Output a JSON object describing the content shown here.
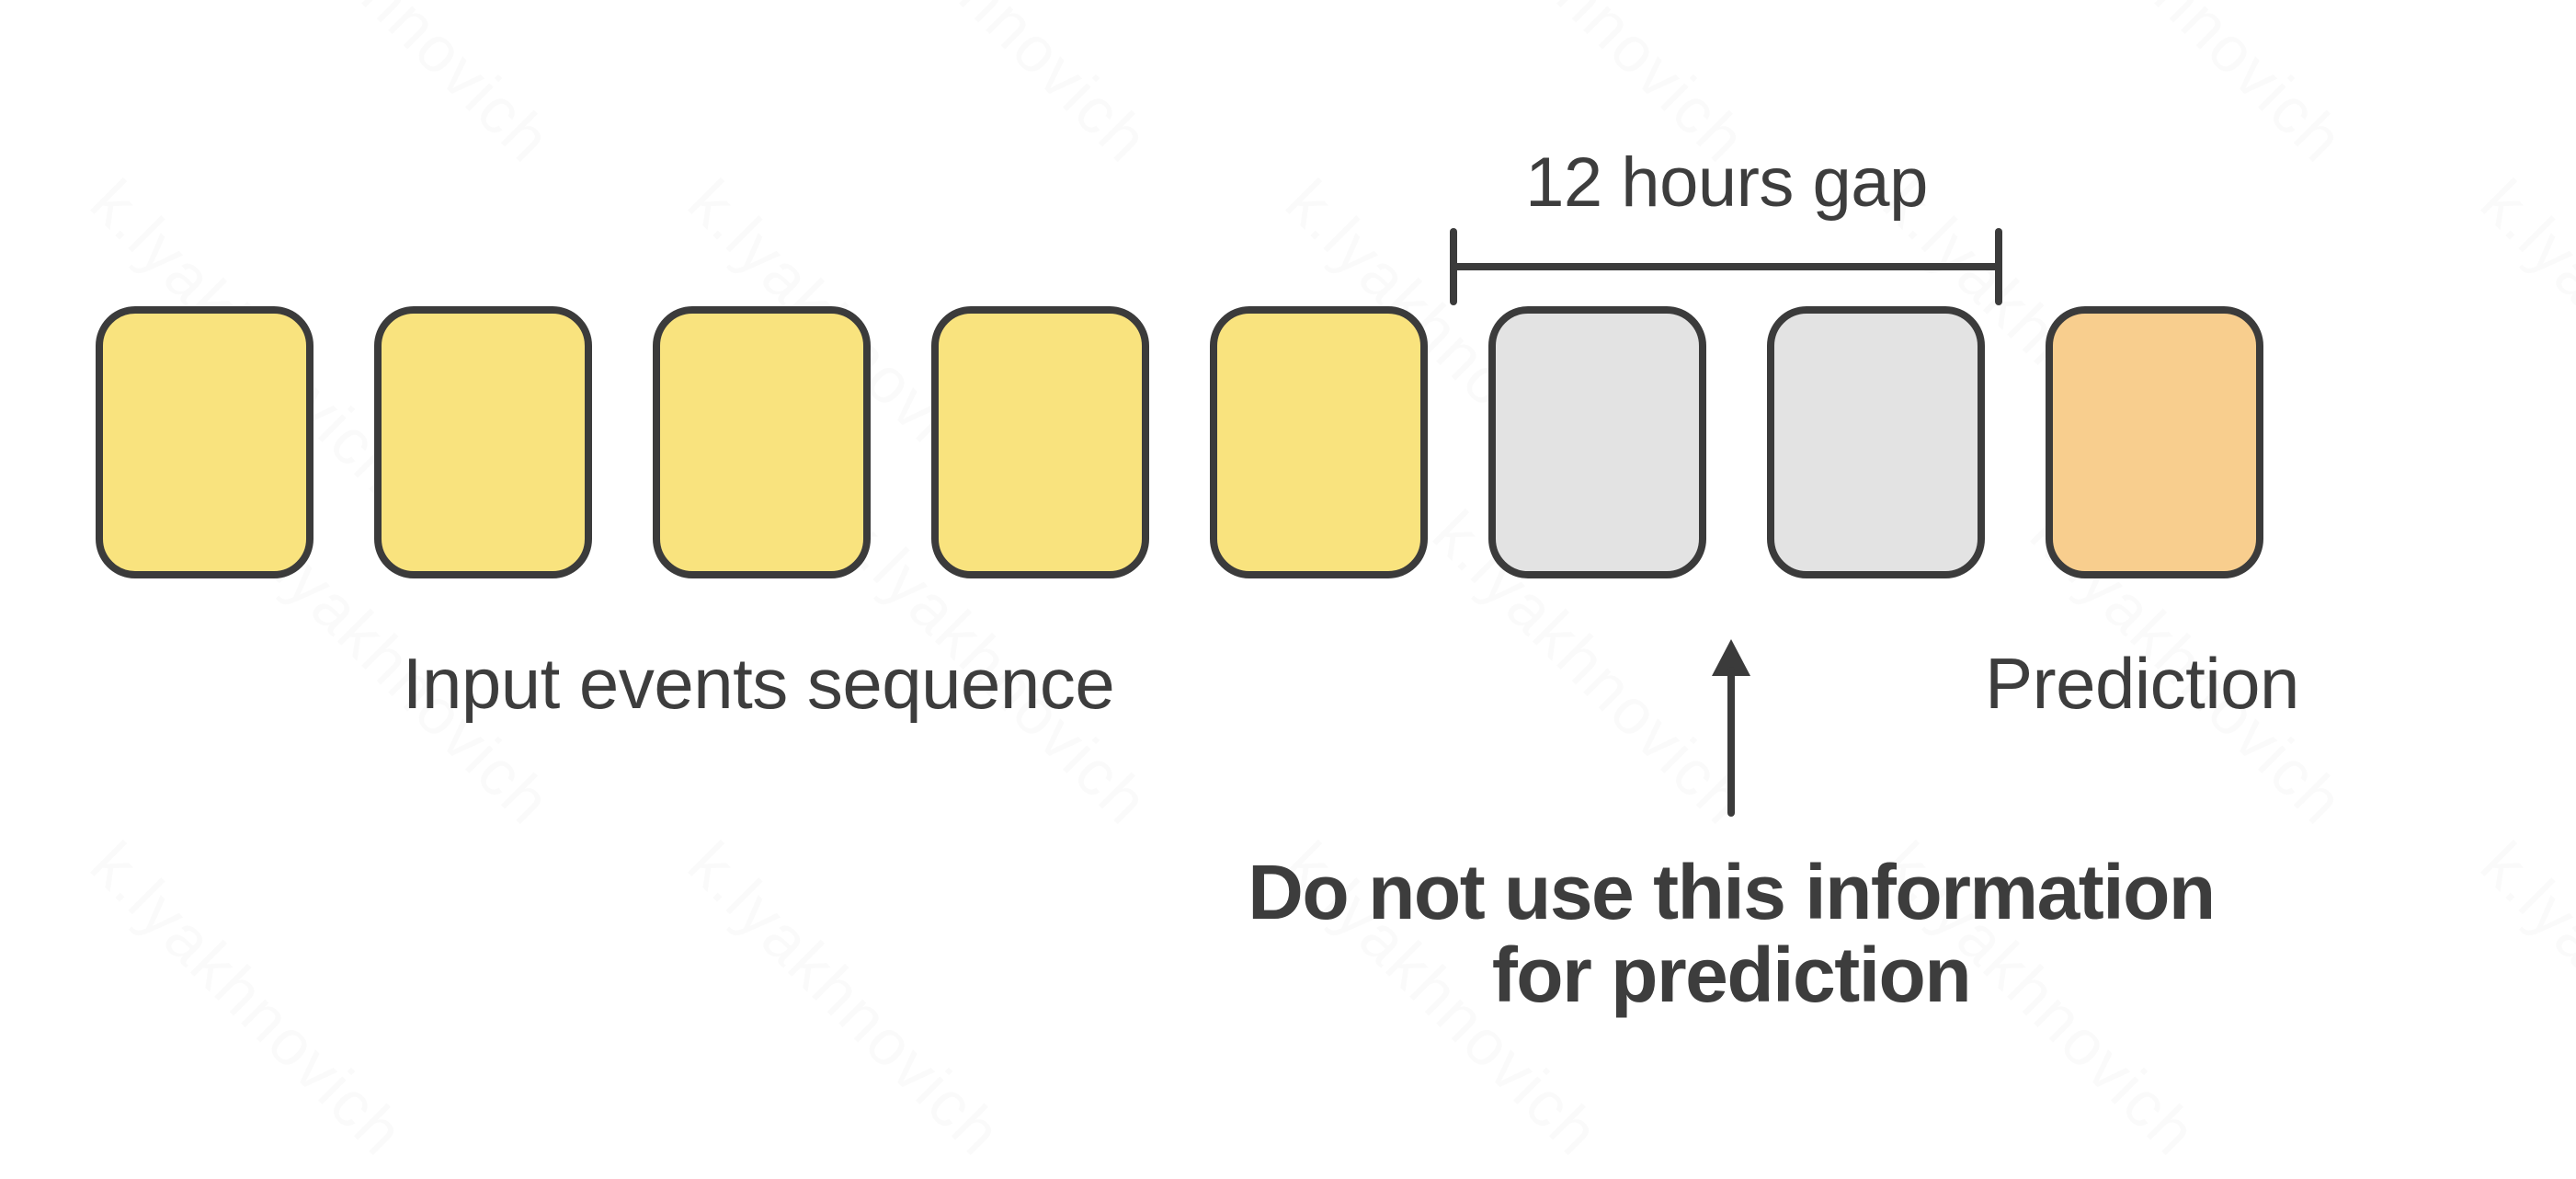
{
  "diagram": {
    "colors": {
      "background": "#FFFFFF",
      "ink": "#3B3B3B",
      "text": "#3D3D3D",
      "yellow": "#F9E37E",
      "gray": "#E3E3E3",
      "orange": "#F8CE8E"
    },
    "gap_bracket_label": "12 hours gap",
    "input_sequence_label": "Input events sequence",
    "prediction_label": "Prediction",
    "annotation": {
      "line1": "Do not use this information",
      "line2": "for prediction"
    },
    "watermark_text": "k.lyakhnovich",
    "boxes": [
      {
        "type": "input-event",
        "fill": "yellow"
      },
      {
        "type": "input-event",
        "fill": "yellow"
      },
      {
        "type": "input-event",
        "fill": "yellow"
      },
      {
        "type": "input-event",
        "fill": "yellow"
      },
      {
        "type": "input-event",
        "fill": "yellow"
      },
      {
        "type": "gap-event",
        "fill": "gray"
      },
      {
        "type": "gap-event",
        "fill": "gray"
      },
      {
        "type": "prediction-event",
        "fill": "orange"
      }
    ]
  }
}
